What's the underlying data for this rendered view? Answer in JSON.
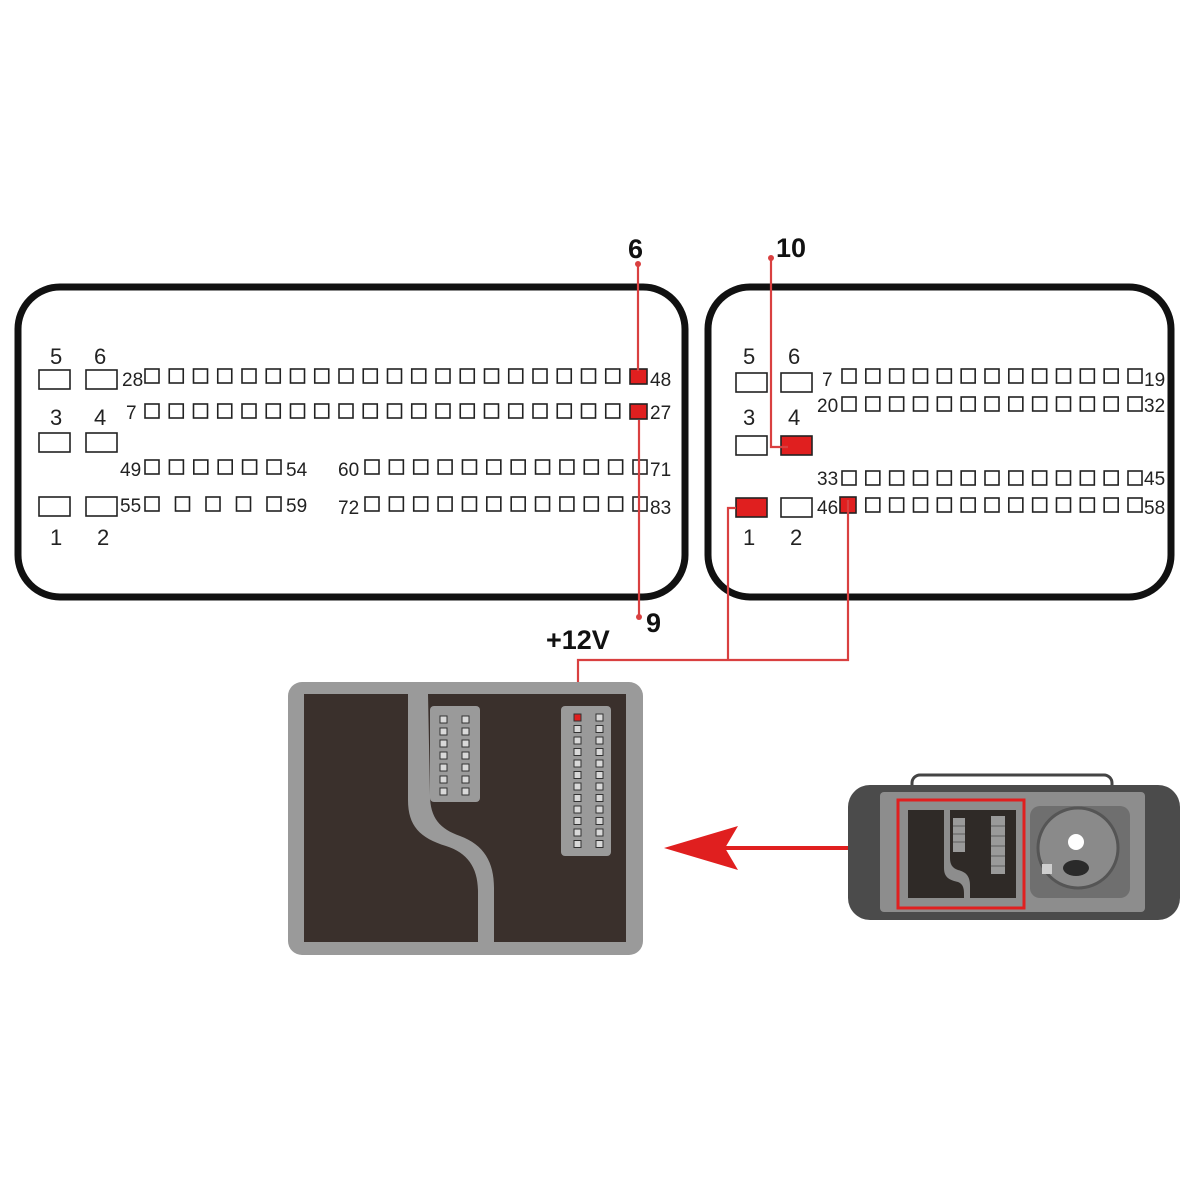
{
  "colors": {
    "outline": "#111111",
    "highlight": "#e01f1f",
    "wire": "#d94040",
    "device_dark": "#3a302c",
    "device_light": "#9a9a9a"
  },
  "callouts": {
    "pin_6": "6",
    "pin_10": "10",
    "pin_9": "9",
    "power": "+12V"
  },
  "left_connector": {
    "large_pins": [
      "5",
      "6",
      "3",
      "4",
      "1",
      "2"
    ],
    "row_labels": {
      "r1_start": "28",
      "r1_end": "48",
      "r2_start": "7",
      "r2_end": "27",
      "r3a_start": "49",
      "r3a_end": "54",
      "r3b_start": "60",
      "r3b_end": "71",
      "r4a_start": "55",
      "r4a_end": "59",
      "r4b_start": "72",
      "r4b_end": "83"
    }
  },
  "right_connector": {
    "large_pins": [
      "5",
      "6",
      "3",
      "4",
      "1",
      "2"
    ],
    "row_labels": {
      "r1_start": "7",
      "r1_end": "19",
      "r2_start": "20",
      "r2_end": "32",
      "r3_start": "33",
      "r3_end": "45",
      "r4_start": "46",
      "r4_end": "58"
    }
  },
  "device_icons": {
    "adapter_port": "adapter-port-icon",
    "programmer": "programmer-device-icon",
    "arrow": "arrow-left-icon"
  }
}
